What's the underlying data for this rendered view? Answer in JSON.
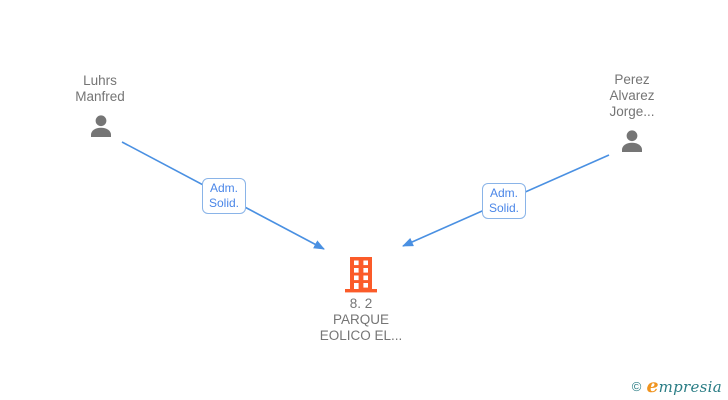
{
  "graph": {
    "persons": [
      {
        "id": "person-left",
        "lines": [
          "Luhrs",
          "Manfred"
        ]
      },
      {
        "id": "person-right",
        "lines": [
          "Perez",
          "Alvarez",
          "Jorge..."
        ]
      }
    ],
    "company": {
      "lines": [
        "8. 2",
        "PARQUE",
        "EOLICO EL..."
      ]
    },
    "edges": [
      {
        "label_lines": [
          "Adm.",
          "Solid."
        ]
      },
      {
        "label_lines": [
          "Adm.",
          "Solid."
        ]
      }
    ]
  },
  "watermark": {
    "copyright_symbol": "©",
    "brand_first_letter": "e",
    "brand_rest": "mpresia"
  },
  "colors": {
    "edge_blue": "#4a90e2",
    "label_text_blue": "#4a86e8",
    "label_border_blue": "#8ab4e8",
    "node_gray": "#757575",
    "company_orange": "#fb5b29",
    "watermark_teal": "#2a7d85",
    "watermark_orange": "#f0941f"
  }
}
